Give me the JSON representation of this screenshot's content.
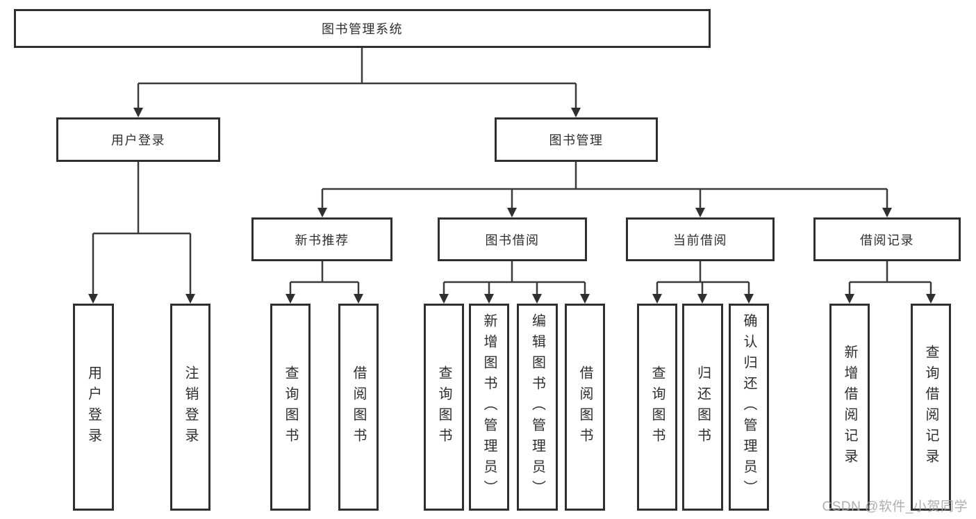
{
  "diagram": {
    "root": {
      "label": "图书管理系统"
    },
    "level2": [
      {
        "label": "用户登录"
      },
      {
        "label": "图书管理"
      }
    ],
    "level3": [
      {
        "label": "新书推荐"
      },
      {
        "label": "图书借阅"
      },
      {
        "label": "当前借阅"
      },
      {
        "label": "借阅记录"
      }
    ],
    "leaves": {
      "user_login": [
        "用户登录",
        "注销登录"
      ],
      "new_book": [
        "查询图书",
        "借阅图书"
      ],
      "borrow": [
        "查询图书",
        "新增图书（管理员）",
        "编辑图书（管理员）",
        "借阅图书"
      ],
      "current": [
        "查询图书",
        "归还图书",
        "确认归还（管理员）"
      ],
      "records": [
        "新增借阅记录",
        "查询借阅记录"
      ]
    }
  },
  "watermark": {
    "text": "CSDN @软件_小贺同学"
  },
  "colors": {
    "line": "#3a3a3a",
    "box_border": "#2f2f2f",
    "text": "#2e2e2e",
    "watermark": "#a5a5a5",
    "background": "#ffffff"
  }
}
